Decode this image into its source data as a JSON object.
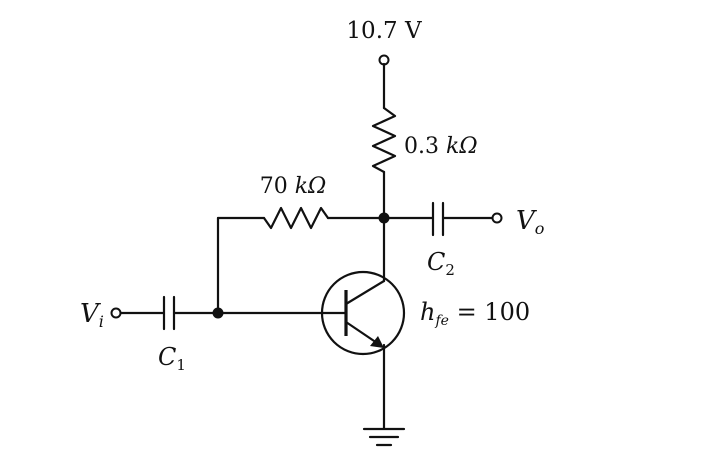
{
  "supply": {
    "voltage": "10.7 V"
  },
  "collector_resistor": {
    "value": "0.3 ",
    "unit": "kΩ"
  },
  "feedback_resistor": {
    "value": "70 ",
    "unit": "kΩ"
  },
  "input": {
    "symbol": "V",
    "subscript": "i"
  },
  "output": {
    "symbol": "V",
    "subscript": "o"
  },
  "capacitor_in": {
    "symbol": "C",
    "subscript": "1"
  },
  "capacitor_out": {
    "symbol": "C",
    "subscript": "2"
  },
  "transistor": {
    "param_symbol": "h",
    "param_subscript": "fe",
    "param_value": " = 100"
  }
}
